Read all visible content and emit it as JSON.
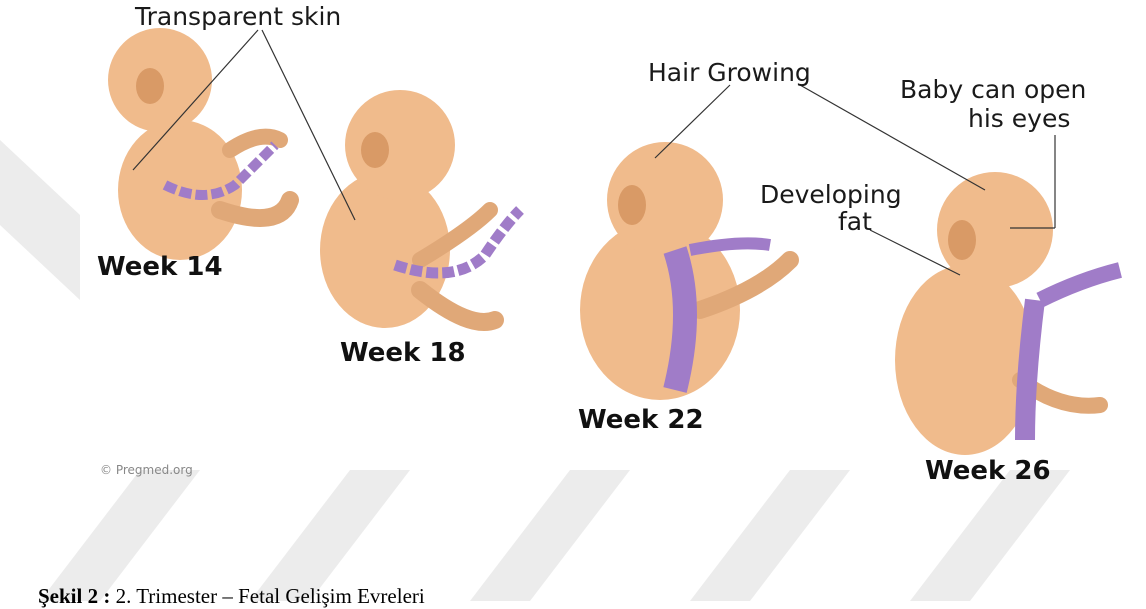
{
  "labels": {
    "transparent_skin": "Transparent skin",
    "hair_growing": "Hair Growing",
    "eyes_line1": "Baby can open",
    "eyes_line2": "his eyes",
    "fat_line1": "Developing",
    "fat_line2": "fat"
  },
  "weeks": {
    "w14": "Week 14",
    "w18": "Week 18",
    "w22": "Week 22",
    "w26": "Week 26"
  },
  "copyright": "© Pregmed.org",
  "caption": {
    "bold": "Şekil 2 :",
    "rest": " 2. Trimester – Fetal Gelişim Evreleri"
  },
  "colors": {
    "skin": "#f0bb8c",
    "skin_shadow": "#d99a66",
    "cord": "#a07cc8",
    "watermark": "#ececec"
  }
}
